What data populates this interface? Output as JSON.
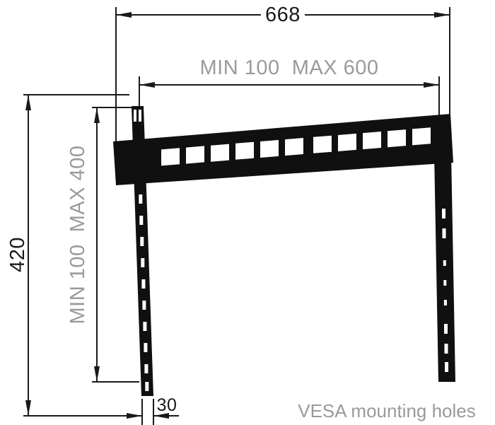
{
  "diagram": {
    "caption": "VESA mounting holes",
    "dims": {
      "total_width": "668",
      "horizontal_vesa_range": "MIN 100  MAX 600",
      "total_height": "420",
      "vertical_vesa_range": "MIN 100  MAX 400",
      "rail_width": "30"
    },
    "colors": {
      "line": "#1a1a1a",
      "muted_text": "#9a9a9a",
      "mount_fill": "#101010",
      "background": "#ffffff"
    }
  }
}
